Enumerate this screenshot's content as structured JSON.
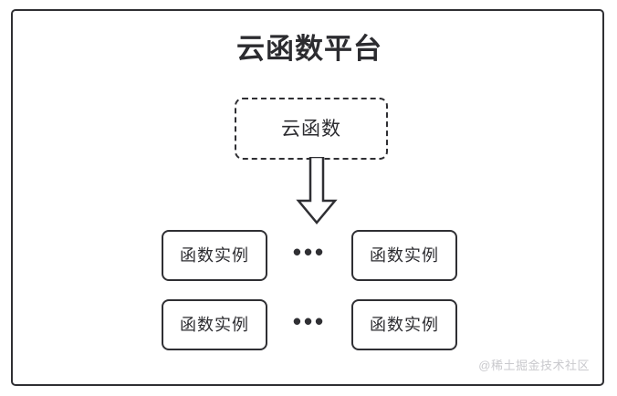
{
  "diagram": {
    "title": "云函数平台",
    "cloud_function": {
      "label": "云函数",
      "style": "dashed"
    },
    "arrow": {
      "name": "down-block-arrow",
      "direction": "down"
    },
    "instance_rows": [
      {
        "left_instance": "函数实例",
        "ellipsis": "•••",
        "right_instance": "函数实例"
      },
      {
        "left_instance": "函数实例",
        "ellipsis": "•••",
        "right_instance": "函数实例"
      }
    ],
    "watermark": "@稀土掘金技术社区",
    "colors": {
      "stroke": "#2f2f33",
      "text": "#2c2c30",
      "background": "#ffffff",
      "watermark": "#c9c9cd"
    }
  }
}
